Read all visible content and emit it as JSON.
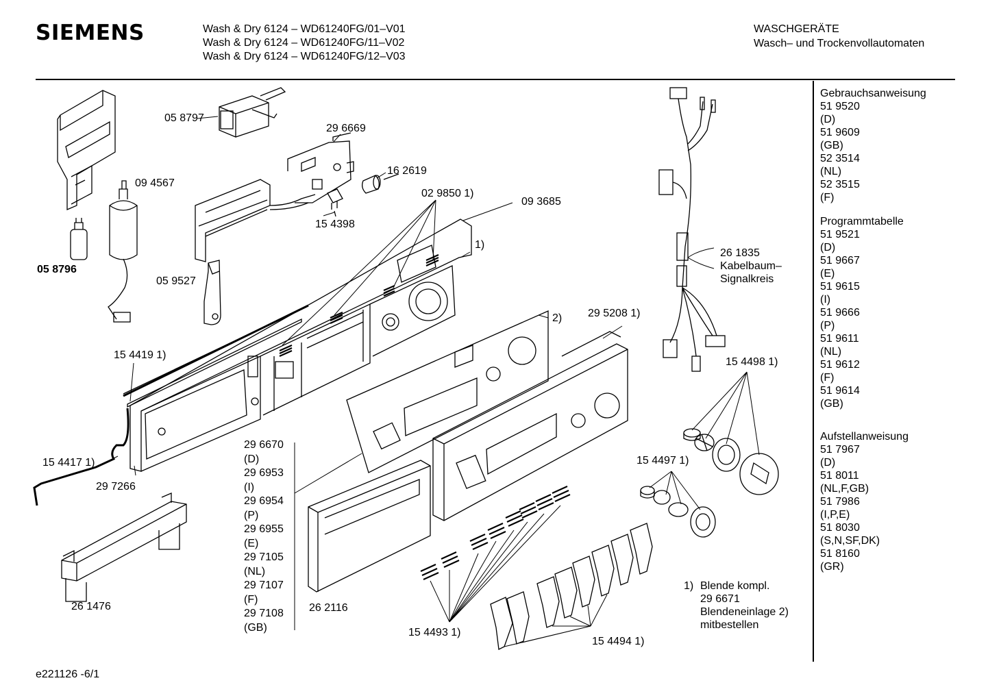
{
  "header": {
    "brand": "SIEMENS",
    "models": [
      "Wash & Dry 6124 – WD61240FG/01–V01",
      "Wash & Dry 6124 – WD61240FG/11–V02",
      "Wash & Dry 6124 – WD61240FG/12–V03"
    ],
    "category": "WASCHGERÄTE",
    "subcategory": "Wasch– und Trockenvollautomaten"
  },
  "parts": {
    "p058797": "05 8797",
    "p296669": "29 6669",
    "p162619": "16 2619",
    "p094567": "09 4567",
    "p029850": "02 9850 1)",
    "p093685": "09 3685",
    "p154398": "15 4398",
    "p058796": "05 8796",
    "p059527": "05 9527",
    "p1": "1)",
    "p2": "2)",
    "p295208": "29 5208 1)",
    "p154419": "15 4419 1)",
    "p154417": "15 4417 1)",
    "p297266": "29 7266",
    "p261476": "26 1476",
    "p262116": "26 2116",
    "p154493": "15 4493 1)",
    "p154494": "15 4494 1)",
    "p154497": "15 4497 1)",
    "p154498": "15 4498 1)",
    "p261835": [
      "26 1835",
      "Kabelbaum–",
      "Signalkreis"
    ]
  },
  "blende_list": [
    "29 6670",
    "(D)",
    "29 6953",
    "(I)",
    "29 6954",
    "(P)",
    "29 6955",
    "(E)",
    "29 7105",
    "(NL)",
    "29 7107",
    "(F)",
    "29 7108",
    "(GB)"
  ],
  "footnote": [
    "1)",
    "Blende kompl.",
    "29 6671",
    "Blendeneinlage 2)",
    "mitbestellen"
  ],
  "sidebar": {
    "gebrauch": [
      "Gebrauchsanweisung",
      "51 9520",
      "(D)",
      "51 9609",
      "(GB)",
      "52 3514",
      "(NL)",
      "52 3515",
      "(F)"
    ],
    "programm": [
      "Programmtabelle",
      "51 9521",
      "(D)",
      "51 9667",
      "(E)",
      "51 9615",
      "(I)",
      "51 9666",
      "(P)",
      "51 9611",
      "(NL)",
      "51 9612",
      "(F)",
      "51 9614",
      "(GB)"
    ],
    "aufstell": [
      "Aufstellanweisung",
      "51 7967",
      "(D)",
      "51 8011",
      "(NL,F,GB)",
      "51 7986",
      "(I,P,E)",
      "51 8030",
      "(S,N,SF,DK)",
      "51 8160",
      "(GR)"
    ]
  },
  "doc_id": "e221126 -6/1"
}
